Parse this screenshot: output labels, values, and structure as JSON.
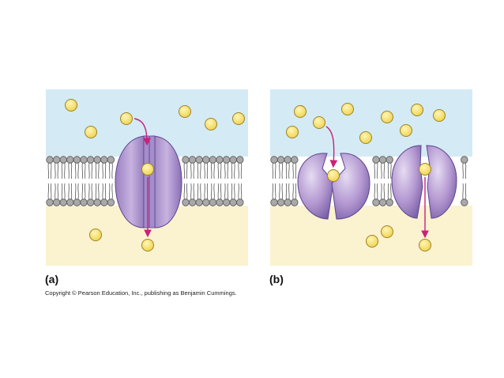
{
  "panels": [
    {
      "label": "(a)"
    },
    {
      "label": "(b)"
    }
  ],
  "copyright": "Copyright © Pearson Education, Inc., publishing as Benjamin Cummings.",
  "colors": {
    "extracellular": "#d4ebf5",
    "cytoplasm": "#fbf2d0",
    "protein": "#b59ad2",
    "protein_dark": "#7a5fa8",
    "solute": "#f3dc62",
    "arrow": "#cc1f7a",
    "lipid_head": "#a9a9a9"
  },
  "icons": [
    "solute-molecule",
    "channel-protein",
    "carrier-protein",
    "phospholipid",
    "transport-arrow"
  ]
}
